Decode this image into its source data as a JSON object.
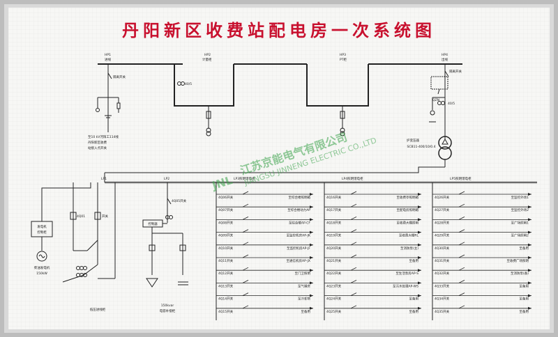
{
  "title": "丹阳新区收费站配电房一次系统图",
  "top_panels": {
    "hp1_left": {
      "id": "HP1",
      "name": "进线"
    },
    "hp2": {
      "id": "HP2",
      "name": "计量柜"
    },
    "hp3": {
      "id": "HP3",
      "name": "PT柜"
    },
    "hp4": {
      "id": "HP4",
      "name": "出线"
    },
    "hp1_switch": "隔离开关",
    "hp2_ct": "40/5",
    "hp4_switch": "隔离开关",
    "hp4_ct": "40/5",
    "incoming_note": [
      "至10 kV河阳工114线",
      "丹阳新区收费",
      "站接入点开关"
    ],
    "hp4_breaker": "QZN",
    "transformer": [
      "护变压器",
      "SCB11-400/10/0.4"
    ]
  },
  "low_voltage": {
    "lp1": "LP1",
    "lp2": "LP2",
    "lp2_switch": "4Q05开关",
    "lp1_breaker": "4Q01",
    "lp1_switch2": "开关",
    "generator_panel": [
      "发电机",
      "控制柜"
    ],
    "generator": [
      "柴油发电机",
      "150kW"
    ],
    "controller": "控制器",
    "lp1_caption": "低压进线柜",
    "capacitor": [
      "150kvar",
      "电容补偿柜"
    ]
  },
  "lp3": {
    "header": "LP3照明馈电柜",
    "rows": [
      {
        "id": "4Q06开关",
        "dest": "至综合楼照明箱"
      },
      {
        "id": "4Q07开关",
        "dest": "至综合楼动力AP"
      },
      {
        "id": "4Q08开关",
        "dest": "至综合楼AP-CF"
      },
      {
        "id": "4Q09开关",
        "dest": "至监控机房AP-JK"
      },
      {
        "id": "4Q10开关",
        "dest": "至监控机房AP-JF"
      },
      {
        "id": "4Q11开关",
        "dest": "至通信机房AP-JX"
      },
      {
        "id": "4Q12开关",
        "dest": "至门卫照明"
      },
      {
        "id": "4Q13开关",
        "dest": "至气锤房"
      },
      {
        "id": "4Q14开关",
        "dest": "至冷却塔"
      },
      {
        "id": "4Q15开关",
        "dest": "至备用"
      }
    ]
  },
  "lp4": {
    "header": "LP4照明馈电柜",
    "rows": [
      {
        "id": "4Q16开关",
        "dest": "至收费亭照明箱"
      },
      {
        "id": "4Q17开关",
        "dest": "至配电房照明箱"
      },
      {
        "id": "4Q18开关",
        "dest": "至收费大棚照明"
      },
      {
        "id": "4Q19开关",
        "dest": "至收费大棚RL"
      },
      {
        "id": "4Q20开关",
        "dest": "至消防泵(主)"
      },
      {
        "id": "4Q21开关",
        "dest": "至备用"
      },
      {
        "id": "4Q22开关",
        "dest": "至生活泵房AP-S"
      },
      {
        "id": "4Q23开关",
        "dest": "至污水处理AP-WS"
      },
      {
        "id": "4Q24开关",
        "dest": "至备用"
      },
      {
        "id": "4Q25开关",
        "dest": "至备用"
      }
    ]
  },
  "lp5": {
    "header": "LP5照明馈电柜",
    "rows": [
      {
        "id": "4Q26开关",
        "dest": "至监控外场1"
      },
      {
        "id": "4Q27开关",
        "dest": "至监控外场2"
      },
      {
        "id": "4Q28开关",
        "dest": "至广场照明1"
      },
      {
        "id": "4Q29开关",
        "dest": "至广场照明2"
      },
      {
        "id": "4Q30开关",
        "dest": "至备用"
      },
      {
        "id": "4Q31开关",
        "dest": "至收费广场照明"
      },
      {
        "id": "4Q32开关",
        "dest": "至消防泵(备)"
      },
      {
        "id": "4Q33开关",
        "dest": "至备用"
      },
      {
        "id": "4Q34开关",
        "dest": "至备用"
      },
      {
        "id": "4Q35开关",
        "dest": "至备用"
      }
    ]
  },
  "watermark": {
    "cn": "江苏京能电气有限公司",
    "en": "JIANGSU JINNENG ELECTRIC CO.,LTD",
    "logo": "JNL"
  },
  "colors": {
    "title": "#c8102e",
    "frame": "#b9b9b9",
    "board": "#f6f6f4",
    "line": "#222222",
    "busbar": "#6b6b6b",
    "watermark": "#3aa24a"
  }
}
